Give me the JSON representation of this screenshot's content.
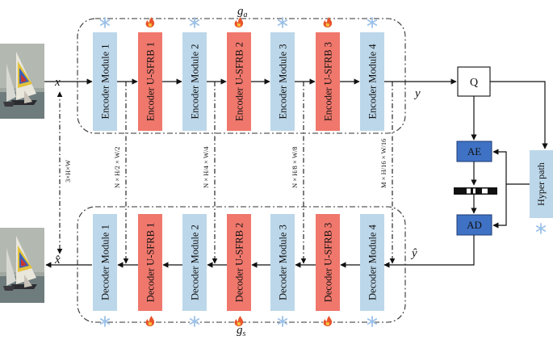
{
  "colors": {
    "module_blue": "#bcd7ea",
    "sfrb_red": "#f0776c",
    "coder_blue": "#3f72c4",
    "hyper_blue": "#bcd7ea",
    "snow_icon": "#9cc1e8",
    "frame": "#333333"
  },
  "labels": {
    "ga": "g",
    "ga_sub": "a",
    "gs": "g",
    "gs_sub": "s",
    "x": "x",
    "x_hat": "x̂",
    "y": "y",
    "y_hat": "ŷ",
    "q": "Q",
    "ae": "AE",
    "ad": "AD",
    "hyper": "Hyper path",
    "dim_input": "3×H×W",
    "dim_1": "N × H/2 × W/2",
    "dim_2": "N × H/4 × W/4",
    "dim_3": "N × H/8 × W/8",
    "dim_4": "M × H/16 × W/16"
  },
  "encoder_blocks": [
    {
      "label": "Encoder Module 1",
      "kind": "module",
      "icon": "snowflake-icon"
    },
    {
      "label": "Encoder U-SFRB 1",
      "kind": "sfrb",
      "icon": "flame-icon"
    },
    {
      "label": "Encoder Module 2",
      "kind": "module",
      "icon": "snowflake-icon"
    },
    {
      "label": "Encoder U-SFRB 2",
      "kind": "sfrb",
      "icon": "flame-icon"
    },
    {
      "label": "Encoder Module 3",
      "kind": "module",
      "icon": "snowflake-icon"
    },
    {
      "label": "Encoder U-SFRB 3",
      "kind": "sfrb",
      "icon": "flame-icon"
    },
    {
      "label": "Encoder Module 4",
      "kind": "module",
      "icon": "snowflake-icon"
    }
  ],
  "decoder_blocks": [
    {
      "label": "Decoder Module 1",
      "kind": "module",
      "icon": "snowflake-icon"
    },
    {
      "label": "Decoder U-SFRB 1",
      "kind": "sfrb",
      "icon": "flame-icon"
    },
    {
      "label": "Decoder Module 2",
      "kind": "module",
      "icon": "snowflake-icon"
    },
    {
      "label": "Decoder U-SFRB 2",
      "kind": "sfrb",
      "icon": "flame-icon"
    },
    {
      "label": "Decoder Module 3",
      "kind": "module",
      "icon": "snowflake-icon"
    },
    {
      "label": "Decoder U-SFRB 3",
      "kind": "sfrb",
      "icon": "flame-icon"
    },
    {
      "label": "Decoder Module 4",
      "kind": "module",
      "icon": "snowflake-icon"
    }
  ]
}
